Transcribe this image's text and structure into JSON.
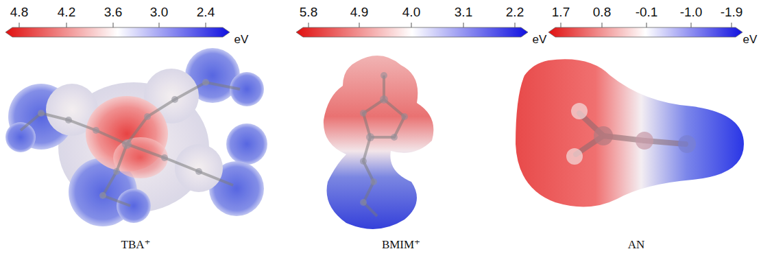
{
  "diagram": {
    "labels": [
      "4.8",
      "4.2",
      "3.6",
      "3.0",
      "2.4",
      "eV",
      "5.8",
      "4.9",
      "4.0",
      "3.1",
      "2.2",
      "eV",
      "1.7",
      "0.8",
      "-0.1",
      "-1.0",
      "-1.9",
      "eV",
      "TBA⁺",
      "BMIM⁺",
      "AN"
    ]
  }
}
